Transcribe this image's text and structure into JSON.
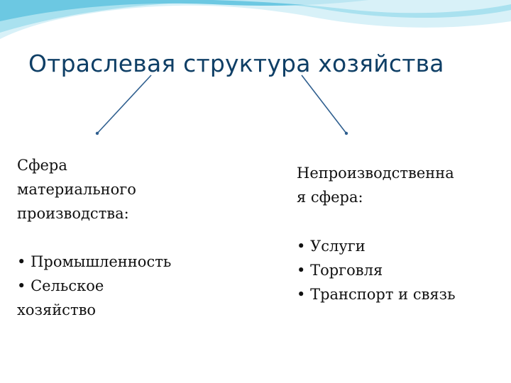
{
  "title": "Отраслевая структура хозяйства",
  "left": {
    "heading_lines": [
      "Сфера",
      "материального",
      "производства:"
    ],
    "items": [
      "Промышленность",
      "Сельское"
    ],
    "item_continuation": "хозяйство"
  },
  "right": {
    "heading_lines": [
      "Непроизводственна",
      "я сфера:"
    ],
    "items": [
      "Услуги",
      "Торговля",
      "Транспорт и связь"
    ]
  },
  "colors": {
    "title": "#0f3f66",
    "arrow": "#2f5f8f",
    "wave_light": "#cfeef7",
    "wave_mid": "#8fd6ea",
    "wave_dark": "#4fb6d6"
  }
}
